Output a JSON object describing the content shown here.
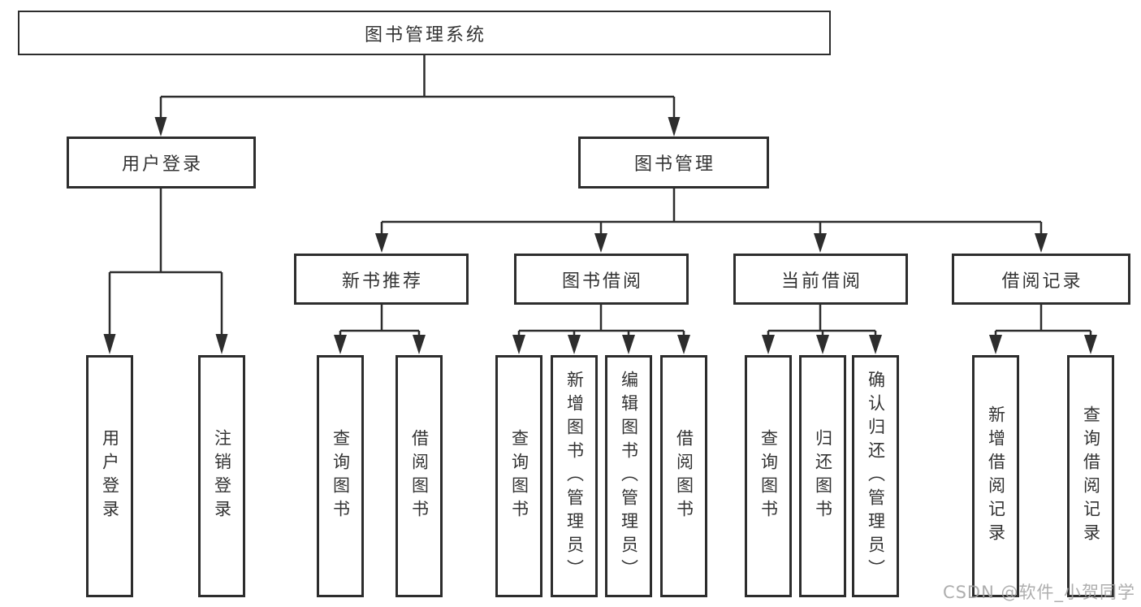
{
  "diagram": {
    "root": "图书管理系统",
    "level2": [
      "用户登录",
      "图书管理"
    ],
    "level3": [
      "新书推荐",
      "图书借阅",
      "当前借阅",
      "借阅记录"
    ],
    "leaves": {
      "user_login": [
        "用户登录",
        "注销登录"
      ],
      "new_book_recommend": [
        "查询图书",
        "借阅图书"
      ],
      "book_borrow": [
        "查询图书",
        "新增图书（管理员）",
        "编辑图书（管理员）",
        "借阅图书"
      ],
      "current_borrow": [
        "查询图书",
        "归还图书",
        "确认归还（管理员）"
      ],
      "borrow_record": [
        "新增借阅记录",
        "查询借阅记录"
      ]
    }
  },
  "watermark": "CSDN @软件_小贺同学",
  "colors": {
    "line": "#2d2d2d",
    "box_border": "#2d2d2d",
    "text": "#333333",
    "watermark": "#a3a3a3",
    "background": "#ffffff"
  }
}
